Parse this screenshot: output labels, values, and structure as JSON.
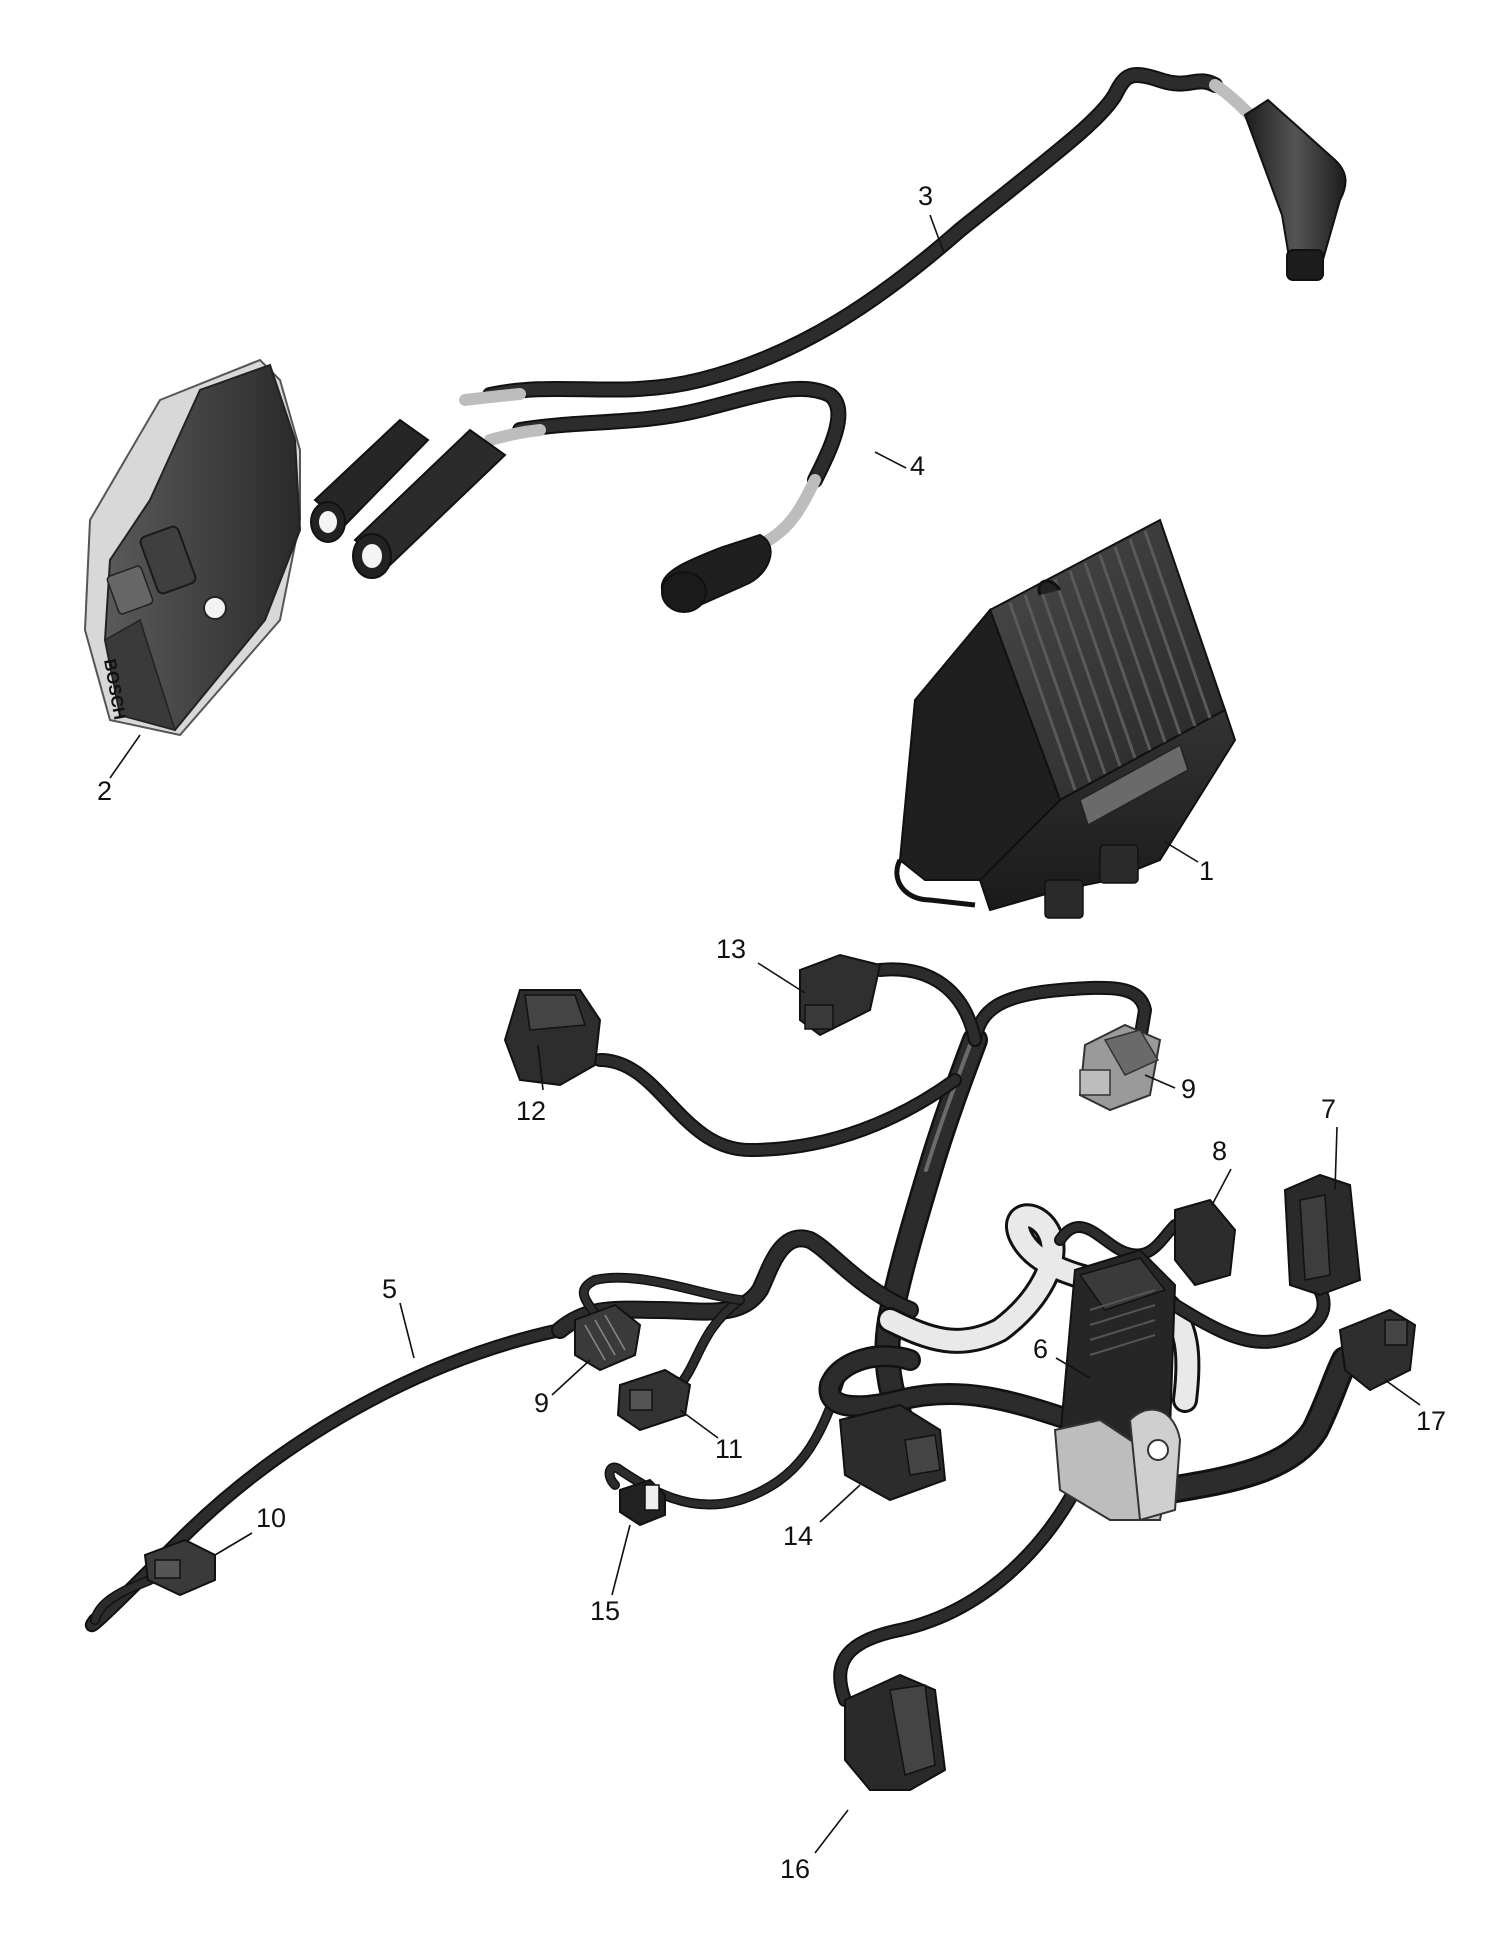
{
  "callouts": [
    {
      "id": "1",
      "label": "1"
    },
    {
      "id": "2",
      "label": "2"
    },
    {
      "id": "3",
      "label": "3"
    },
    {
      "id": "4",
      "label": "4"
    },
    {
      "id": "5",
      "label": "5"
    },
    {
      "id": "6",
      "label": "6"
    },
    {
      "id": "7",
      "label": "7"
    },
    {
      "id": "8",
      "label": "8"
    },
    {
      "id": "9a",
      "label": "9"
    },
    {
      "id": "9b",
      "label": "9"
    },
    {
      "id": "10",
      "label": "10"
    },
    {
      "id": "11",
      "label": "11"
    },
    {
      "id": "12",
      "label": "12"
    },
    {
      "id": "13",
      "label": "13"
    },
    {
      "id": "14",
      "label": "14"
    },
    {
      "id": "15",
      "label": "15"
    },
    {
      "id": "16",
      "label": "16"
    },
    {
      "id": "17",
      "label": "17"
    }
  ],
  "coil_brand": "BOSCH",
  "colors": {
    "part_dark": "#2e2e2e",
    "part_mid": "#555555",
    "cable_grey": "#bdbdbd",
    "cable_white": "#e9e9e9",
    "line": "#111111"
  }
}
